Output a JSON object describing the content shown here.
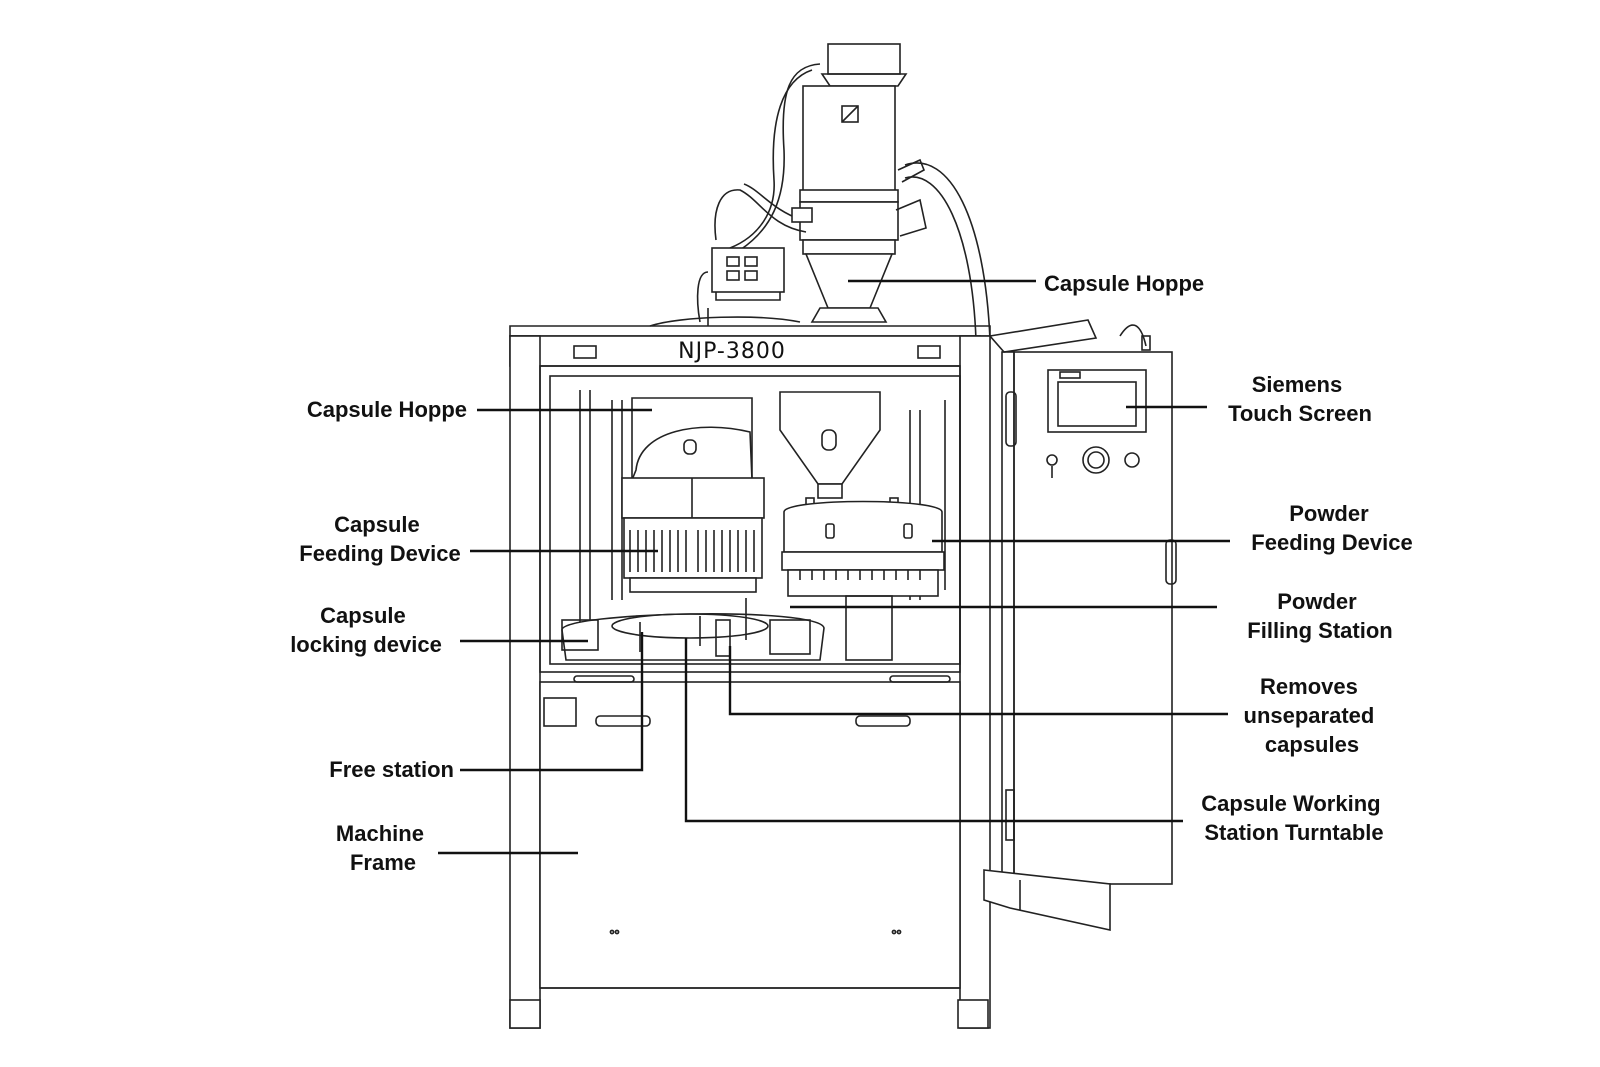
{
  "model_plate": "NJP-3800",
  "callouts": [
    {
      "id": "hopper-top",
      "lines": [
        "Capsule Hoppe"
      ]
    },
    {
      "id": "hopper-left",
      "lines": [
        "Capsule Hoppe"
      ]
    },
    {
      "id": "touch-screen",
      "lines": [
        "Siemens",
        "Touch Screen"
      ]
    },
    {
      "id": "capsule-feeding",
      "lines": [
        "Capsule",
        "Feeding Device"
      ]
    },
    {
      "id": "powder-feeding",
      "lines": [
        "Powder",
        "Feeding Device"
      ]
    },
    {
      "id": "capsule-locking",
      "lines": [
        "Capsule",
        "locking device"
      ]
    },
    {
      "id": "powder-filling",
      "lines": [
        "Powder",
        "Filling Station"
      ]
    },
    {
      "id": "removes-unseparated",
      "lines": [
        "Removes",
        "unseparated",
        "capsules"
      ]
    },
    {
      "id": "free-station",
      "lines": [
        "Free station"
      ]
    },
    {
      "id": "turntable",
      "lines": [
        "Capsule Working",
        "Station Turntable"
      ]
    },
    {
      "id": "machine-frame",
      "lines": [
        "Machine",
        "Frame"
      ]
    }
  ]
}
